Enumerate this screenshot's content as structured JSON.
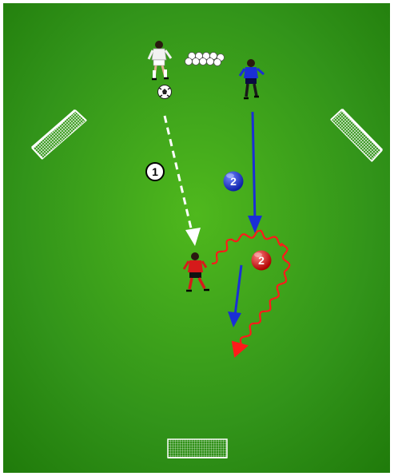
{
  "pitch": {
    "grass_dark": "#1f7a0a",
    "grass_light": "#4fb81d",
    "border": "#ffffff"
  },
  "markers": [
    {
      "id": "pass-marker",
      "label": "1",
      "fill": "#ffffff",
      "text_color": "#000000"
    },
    {
      "id": "blue-run-marker",
      "label": "2",
      "fill": "#1a2fd6",
      "text_color": "#ffffff"
    },
    {
      "id": "red-run-marker",
      "label": "2",
      "fill": "#d61a1a",
      "text_color": "#ffffff"
    }
  ],
  "players": [
    {
      "id": "white-attacker",
      "team": "white"
    },
    {
      "id": "blue-attacker",
      "team": "blue"
    },
    {
      "id": "red-defender",
      "team": "red"
    }
  ],
  "equipment": [
    "left-goal-icon",
    "right-goal-icon",
    "bottom-goal-icon",
    "ball-pile-icon",
    "ball-icon"
  ],
  "arrows": [
    {
      "id": "pass-arrow",
      "style": "dashed",
      "color": "#ffffff"
    },
    {
      "id": "blue-run-arrow",
      "style": "solid",
      "color": "#1a2fd6"
    },
    {
      "id": "blue-short-arrow",
      "style": "solid",
      "color": "#1a2fd6"
    },
    {
      "id": "red-dribble-arrow",
      "style": "wavy",
      "color": "#ff1a1a"
    }
  ]
}
